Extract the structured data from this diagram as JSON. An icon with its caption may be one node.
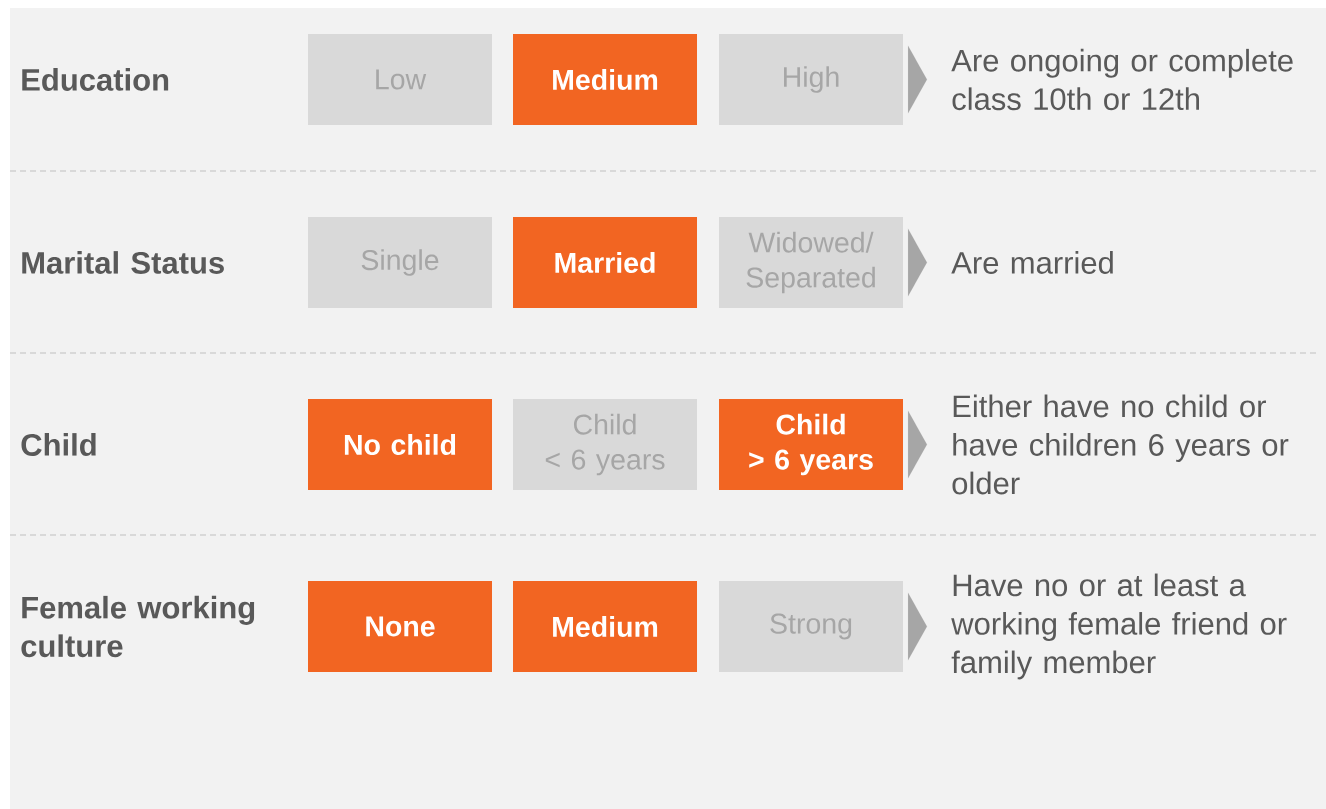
{
  "diagram": {
    "nodes": [
      {
        "text": [
          "Low"
        ]
      },
      {
        "text": [
          "Medium"
        ]
      },
      {
        "text": [
          "High"
        ]
      },
      {
        "text": [
          "Are ongoing or complete class 10th or 12th"
        ]
      },
      {
        "text": [
          "Single"
        ]
      },
      {
        "text": [
          "Married"
        ]
      },
      {
        "text": [
          "Widowed/ Separated"
        ]
      },
      {
        "text": [
          "Are married"
        ]
      },
      {
        "text": [
          "No child"
        ]
      },
      {
        "text": [
          "Child < 6 years"
        ]
      },
      {
        "text": [
          "Child > 6 years"
        ]
      },
      {
        "text": [
          "Either have no child or have children 6 years or older"
        ]
      },
      {
        "text": [
          "None"
        ]
      },
      {
        "text": [
          "Medium"
        ]
      },
      {
        "text": [
          "Strong"
        ]
      },
      {
        "text": [
          "Have no or at least a working female friend or family member"
        ]
      }
    ],
    "edges": [
      {
        "from": 2,
        "to": 3,
        "arrow": "to"
      },
      {
        "from": 6,
        "to": 7,
        "arrow": "to"
      },
      {
        "from": 10,
        "to": 11,
        "arrow": "to"
      },
      {
        "from": 14,
        "to": 15,
        "arrow": "to"
      }
    ],
    "labels": [
      "Education",
      "Marital Status",
      "Child",
      "Female working culture"
    ]
  }
}
